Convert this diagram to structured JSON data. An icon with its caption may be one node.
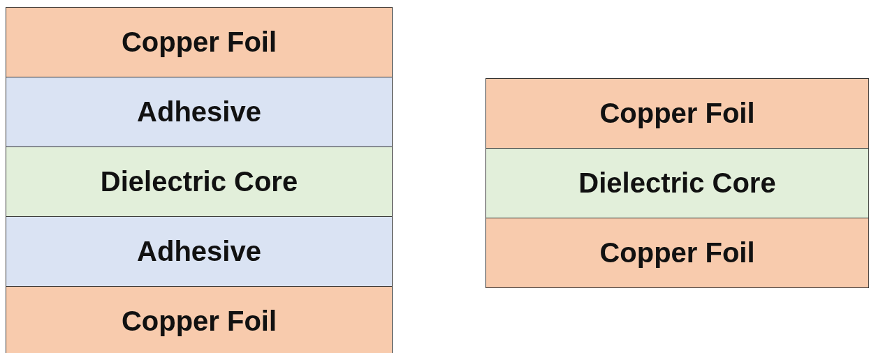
{
  "diagram": {
    "nodes": [
      {
        "text": [
          "Copper Foil"
        ]
      },
      {
        "text": [
          "Adhesive"
        ]
      },
      {
        "text": [
          "Dielectric Core"
        ]
      },
      {
        "text": [
          "Adhesive"
        ]
      },
      {
        "text": [
          "Copper Foil"
        ]
      },
      {
        "text": [
          "Copper Foil"
        ]
      },
      {
        "text": [
          "Dielectric Core"
        ]
      },
      {
        "text": [
          "Copper Foil"
        ]
      }
    ]
  }
}
